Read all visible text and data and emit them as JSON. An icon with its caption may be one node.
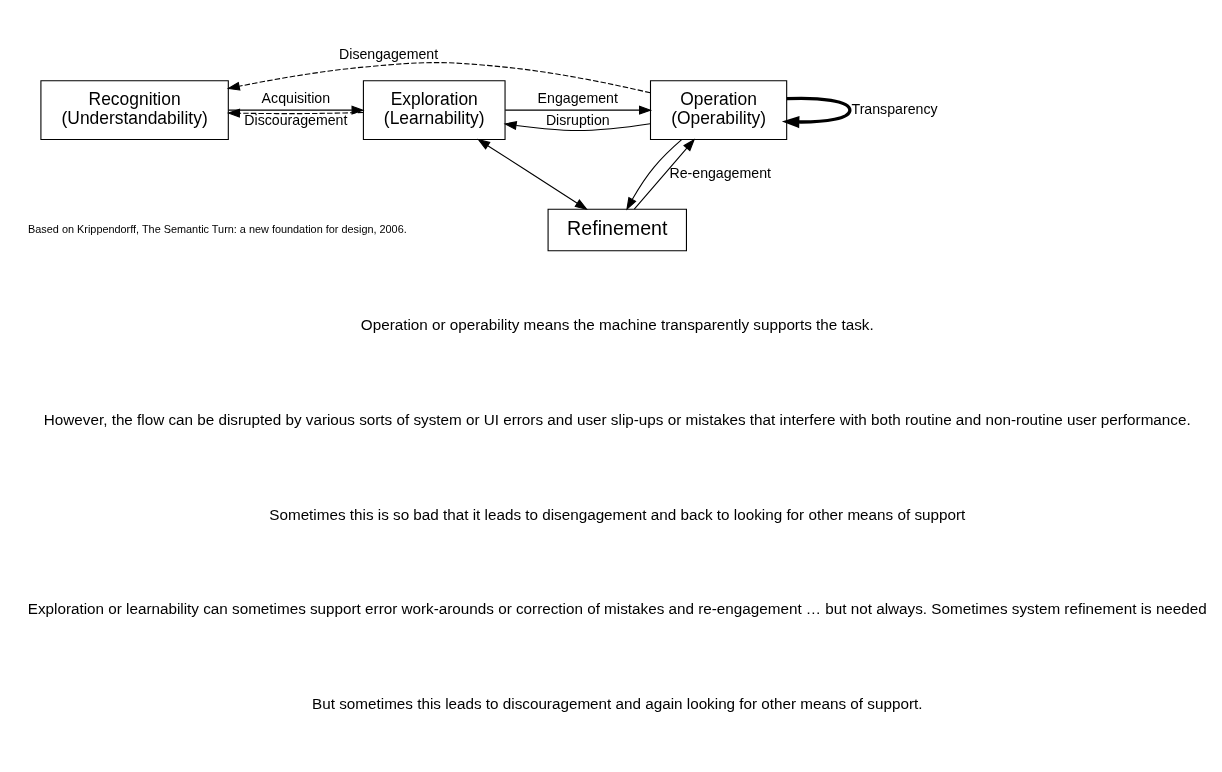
{
  "diagram": {
    "nodes": [
      {
        "text": [
          "Recognition",
          "(Understandability)"
        ]
      },
      {
        "text": [
          "Exploration",
          "(Learnability)"
        ]
      },
      {
        "text": [
          "Operation",
          "(Operability)"
        ]
      },
      {
        "text": [
          "Refinement"
        ]
      }
    ],
    "edges": [
      {
        "from": 2,
        "to": 0,
        "arrow": "to",
        "label": "Disengagement",
        "style": "dashed"
      },
      {
        "from": 1,
        "to": 0,
        "arrow": "to",
        "label": "Discouragement",
        "style": "dashed"
      },
      {
        "from": 0,
        "to": 1,
        "arrow": "to",
        "label": "Acquisition"
      },
      {
        "from": 1,
        "to": 2,
        "arrow": "to",
        "label": "Engagement"
      },
      {
        "from": 2,
        "to": 2,
        "arrow": "to",
        "label": "Transparency",
        "style": "thick"
      },
      {
        "from": 2,
        "to": 1,
        "arrow": "to",
        "label": "Disruption"
      },
      {
        "from": 2,
        "to": 3,
        "arrow": "to"
      },
      {
        "from": 1,
        "to": 3,
        "arrow": "both"
      },
      {
        "from": 3,
        "to": 2,
        "arrow": "to",
        "label": "Re-engagement"
      }
    ],
    "labels": [
      "Based on Krippendorff, The Semantic Turn: a new foundation for design, 2006.",
      "Operation or operability means the machine transparently supports the task.",
      "However, the flow can be disrupted by various sorts of system or UI errors and user slip-ups or mistakes that interfere with both routine and non-routine user performance.",
      "Sometimes this is so bad that it leads to disengagement and back to looking for other means of support",
      "Exploration or learnability can sometimes support error work-arounds or correction of mistakes and re-engagement … but not always. Sometimes system refinement is needed",
      "But sometimes this leads to discouragement and again looking for other means of support."
    ]
  }
}
